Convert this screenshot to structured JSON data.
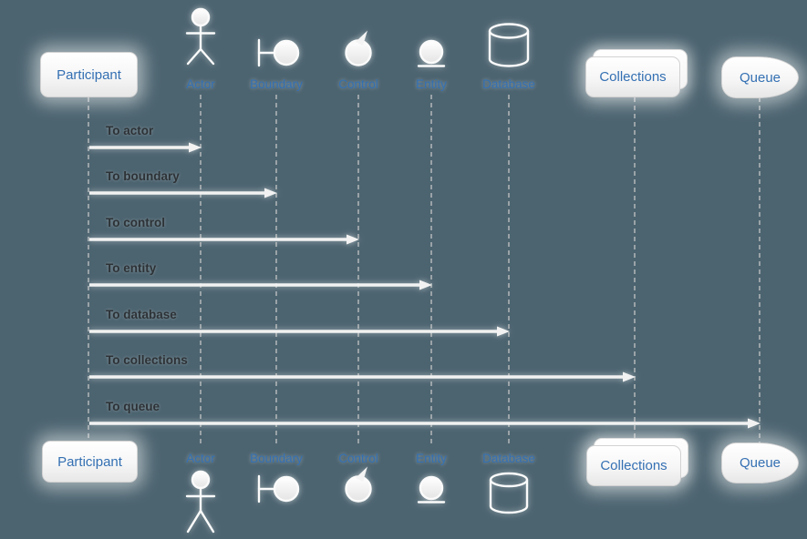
{
  "diagram": {
    "type": "sequence-diagram",
    "background_color": "#4C6470",
    "accent_color": "#3470B3",
    "message_text_color": "#2D3236",
    "lifeline_color": "#9AA3A7",
    "arrow_color": "#F2F2F2",
    "participants": {
      "participant": {
        "label": "Participant"
      },
      "actor": {
        "label": "Actor"
      },
      "boundary": {
        "label": "Boundary"
      },
      "control": {
        "label": "Control"
      },
      "entity": {
        "label": "Entity"
      },
      "database": {
        "label": "Database"
      },
      "collections": {
        "label": "Collections"
      },
      "queue": {
        "label": "Queue"
      }
    },
    "messages": [
      {
        "label": "To actor"
      },
      {
        "label": "To boundary"
      },
      {
        "label": "To control"
      },
      {
        "label": "To entity"
      },
      {
        "label": "To database"
      },
      {
        "label": "To collections"
      },
      {
        "label": "To queue"
      }
    ]
  }
}
